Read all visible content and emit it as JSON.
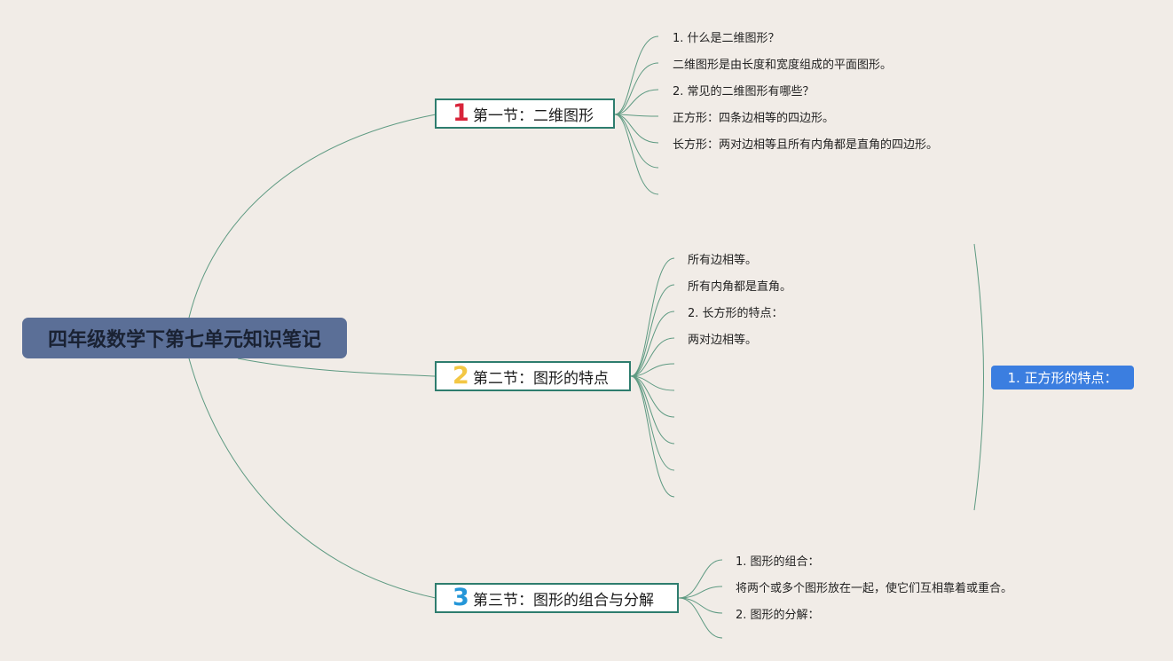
{
  "root": {
    "title": "四年级数学下第七单元知识笔记"
  },
  "sections": [
    {
      "number": "1",
      "number_color": "#d8243a",
      "title": "第一节：二维图形",
      "items": [
        "1. 什么是二维图形？",
        "二维图形是由长度和宽度组成的平面图形。",
        "2. 常见的二维图形有哪些？",
        "正方形：四条边相等的四边形。",
        "长方形：两对边相等且所有内角都是直角的四边形。"
      ]
    },
    {
      "number": "2",
      "number_color": "#f3c744",
      "title": "第二节：图形的特点",
      "items": [
        "所有边相等。",
        "所有内角都是直角。",
        "2. 长方形的特点：",
        "两对边相等。"
      ],
      "sub_node": "1. 正方形的特点："
    },
    {
      "number": "3",
      "number_color": "#2496d8",
      "title": "第三节：图形的组合与分解",
      "items": [
        "1. 图形的组合：",
        "将两个或多个图形放在一起，使它们互相靠着或重合。",
        "2. 图形的分解："
      ]
    }
  ],
  "colors": {
    "background": "#f1ece7",
    "connector": "#5e9a82",
    "root_fill": "#5b6f97",
    "section_border": "#2e7d6e",
    "highlight_node": "#3b7ee0"
  }
}
